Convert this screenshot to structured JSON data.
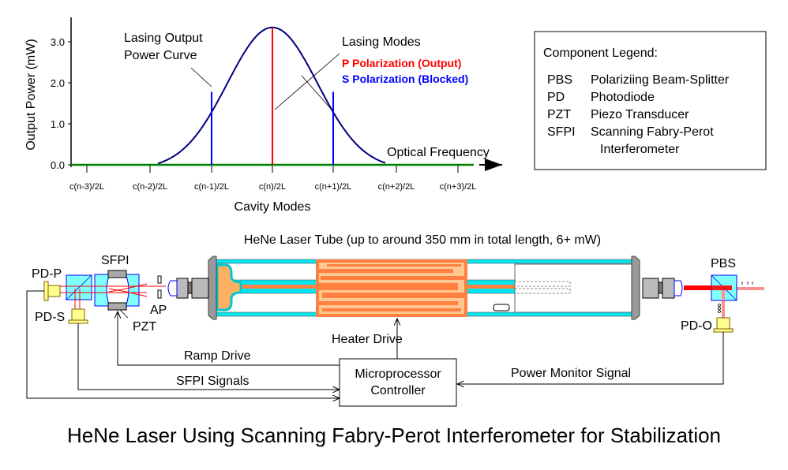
{
  "title": "HeNe Laser Using Scanning Fabry-Perot Interferometer for Stabilization",
  "chart_data": {
    "type": "line",
    "ylabel": "Output Power (mW)",
    "xlabel": "Cavity Modes",
    "x_arrow_label": "Optical Frequency",
    "yticks": [
      "0.0",
      "1.0",
      "2.0",
      "3.0"
    ],
    "ylim": [
      0,
      3.5
    ],
    "categories": [
      "c(n-3)/2L",
      "c(n-2)/2L",
      "c(n-1)/2L",
      "c(n)/2L",
      "c(n+1)/2L",
      "c(n+2)/2L",
      "c(n+3)/2L"
    ],
    "curve_label": [
      "Lasing Output",
      "Power Curve"
    ],
    "modes_label": "Lasing Modes",
    "peak_value": 3.35,
    "modes": [
      {
        "category": "c(n-1)/2L",
        "value": 1.78,
        "polarization": "S"
      },
      {
        "category": "c(n)/2L",
        "value": 3.35,
        "polarization": "P"
      },
      {
        "category": "c(n+1)/2L",
        "value": 1.78,
        "polarization": "S"
      }
    ],
    "legend": [
      {
        "label": "P Polarization (Output)",
        "color": "#ff0000"
      },
      {
        "label": "S Polarization (Blocked)",
        "color": "#0000ff"
      }
    ],
    "colors": {
      "curve": "#000080",
      "baseline": "#008000"
    }
  },
  "component_legend": {
    "title": "Component Legend:",
    "items": [
      {
        "abbr": "PBS",
        "desc": "Polariziing Beam-Splitter"
      },
      {
        "abbr": "PD",
        "desc": "Photodiode"
      },
      {
        "abbr": "PZT",
        "desc": "Piezo Transducer"
      },
      {
        "abbr": "SFPI",
        "desc": "Scanning Fabry-Perot",
        "desc2": "Interferometer"
      }
    ]
  },
  "diagram": {
    "tube_label": "HeNe Laser Tube (up to around 350 mm in total length, 6+ mW)",
    "pd_p": "PD-P",
    "pd_s": "PD-S",
    "sfpi": "SFPI",
    "ap": "AP",
    "pzt": "PZT",
    "pbs": "PBS",
    "pd_o": "PD-O",
    "ramp": "Ramp Drive",
    "heater": "Heater Drive",
    "sfpi_signals": "SFPI Signals",
    "power_monitor": "Power Monitor Signal",
    "controller": [
      "Microprocessor",
      "Controller"
    ]
  }
}
